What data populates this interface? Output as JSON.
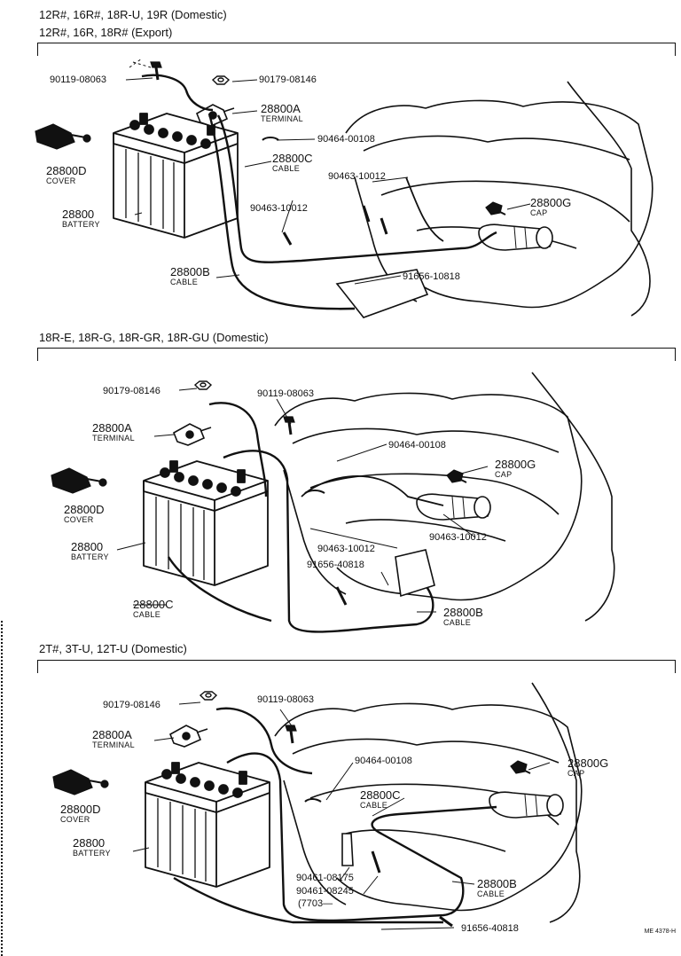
{
  "sections": [
    {
      "title_line1": "12R#, 16R#, 18R-U, 19R (Domestic)",
      "title_line2": "12R#, 16R, 18R# (Export)",
      "labels": {
        "p1": "90119-08063",
        "p2": "90179-08146",
        "p3": "90464-00108",
        "p4": "90463-10012",
        "p5": "90463-10012",
        "p6": "91656-10818",
        "terminal_num": "28800A",
        "terminal_name": "TERMINAL",
        "cable_c_num": "28800C",
        "cable_c_name": "CABLE",
        "cover_num": "28800D",
        "cover_name": "COVER",
        "battery_num": "28800",
        "battery_name": "BATTERY",
        "cable_b_num": "28800B",
        "cable_b_name": "CABLE",
        "cap_num": "28800G",
        "cap_name": "CAP"
      }
    },
    {
      "title_line1": "18R-E, 18R-G, 18R-GR, 18R-GU (Domestic)",
      "labels": {
        "p1": "90179-08146",
        "p2": "90119-08063",
        "p3": "90464-00108",
        "p4": "90463-10012",
        "p5": "90463-10012",
        "p6": "91656-40818",
        "terminal_num": "28800A",
        "terminal_name": "TERMINAL",
        "cover_num": "28800D",
        "cover_name": "COVER",
        "battery_num": "28800",
        "battery_name": "BATTERY",
        "cap_num": "28800G",
        "cap_name": "CAP",
        "cable_c_num": "28800C",
        "cable_c_name": "CABLE",
        "cable_b_num": "28800B",
        "cable_b_name": "CABLE"
      }
    },
    {
      "title_line1": "2T#, 3T-U, 12T-U (Domestic)",
      "labels": {
        "p1": "90179-08146",
        "p2": "90119-08063",
        "p3": "90464-00108",
        "p4": "90461-08175",
        "p5": "90461-08245",
        "p5b": "(7703—",
        "p6": "91656-40818",
        "terminal_num": "28800A",
        "terminal_name": "TERMINAL",
        "cover_num": "28800D",
        "cover_name": "COVER",
        "battery_num": "28800",
        "battery_name": "BATTERY",
        "cable_c_num": "28800C",
        "cable_c_name": "CABLE",
        "cap_num": "28800G",
        "cap_name": "CAP",
        "cable_b_num": "28800B",
        "cable_b_name": "CABLE"
      }
    }
  ],
  "code": "ME 4378-H",
  "colors": {
    "ink": "#111111",
    "paper": "#ffffff"
  }
}
